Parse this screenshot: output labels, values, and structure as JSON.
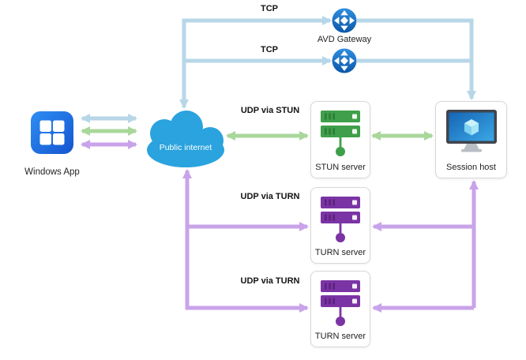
{
  "diagram": {
    "nodes": {
      "windows_app": {
        "label": "Windows App"
      },
      "public_internet": {
        "label": "Public internet"
      },
      "avd_gateway": {
        "label": "AVD Gateway"
      },
      "stun_server": {
        "label": "STUN server"
      },
      "turn_server_1": {
        "label": "TURN server"
      },
      "turn_server_2": {
        "label": "TURN server"
      },
      "session_host": {
        "label": "Session host"
      }
    },
    "edge_labels": {
      "tcp_top": "TCP",
      "tcp_bottom": "TCP",
      "udp_stun": "UDP via STUN",
      "udp_turn_top": "UDP via TURN",
      "udp_turn_bottom": "UDP via TURN"
    },
    "colors": {
      "tcp_line": "#b7d7e8",
      "stun_line": "#a9d79b",
      "turn_line": "#c9a3ea",
      "cloud_fill": "#2aa3de",
      "stun_server": "#3f9f4a",
      "stun_server_dark": "#2d7d37",
      "turn_server": "#7b34a4",
      "turn_server_dark": "#5c2280",
      "windows_blue_light": "#2f8ef2",
      "windows_blue_dark": "#1355d0",
      "gateway_blue_light": "#2f8fdf",
      "gateway_blue_dark": "#0b57a8",
      "screen_blue_dark": "#1565b4",
      "screen_blue_light": "#3ba7e6",
      "cube_top": "#cdf2fc",
      "cube_left": "#7fd2f0",
      "cube_right": "#a9e5f8",
      "monitor_frame": "#40454d",
      "monitor_stand": "#b9bec4",
      "box_border": "#d8d8d8",
      "label_text": "#1f1f1f"
    }
  }
}
